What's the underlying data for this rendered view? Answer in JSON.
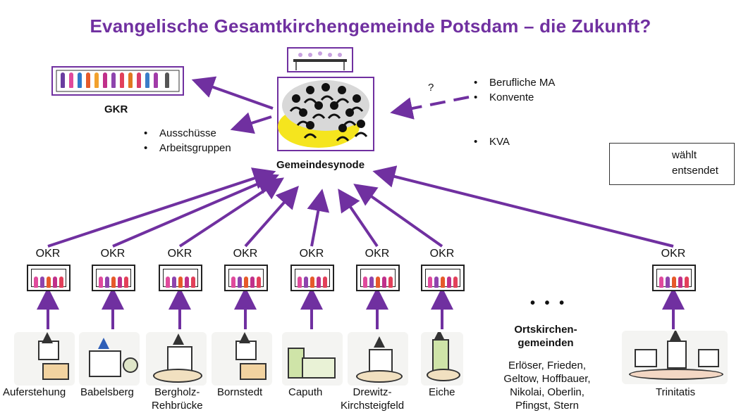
{
  "title": "Evangelische Gesamtkirchengemeinde Potsdam – die Zukunft?",
  "center": {
    "label": "Gemeindesynode"
  },
  "gkr": {
    "label": "GKR"
  },
  "left_bullets": [
    "Ausschüsse",
    "Arbeitsgruppen"
  ],
  "right_bullets_top": [
    "Berufliche MA",
    "Konvente"
  ],
  "right_bullets_bottom": [
    "KVA"
  ],
  "question_mark": "?",
  "legend": {
    "solid": "wählt",
    "dashed": "entsendet"
  },
  "okr_label": "OKR",
  "parishes": [
    {
      "name": "Auferstehung",
      "okr": "OKR"
    },
    {
      "name": "Babelsberg",
      "okr": "OKR"
    },
    {
      "name": "Bergholz-\nRehbrücke",
      "okr": "OKR"
    },
    {
      "name": "Bornstedt",
      "okr": "OKR"
    },
    {
      "name": "Caputh",
      "okr": "OKR"
    },
    {
      "name": "Drewitz-\nKirchsteigfeld",
      "okr": "OKR"
    },
    {
      "name": "Eiche",
      "okr": "OKR"
    },
    {
      "name": "Trinitatis",
      "okr": "OKR"
    }
  ],
  "more": {
    "dots": "• • •",
    "heading": "Ortskirchen-\ngemeinden",
    "list": "Erlöser, Frieden,\nGeltow, Hoffbauer,\nNikolai, Oberlin,\nPfingst, Stern"
  },
  "colors": {
    "accent": "#7030a0",
    "arrow": "#7030a0"
  }
}
